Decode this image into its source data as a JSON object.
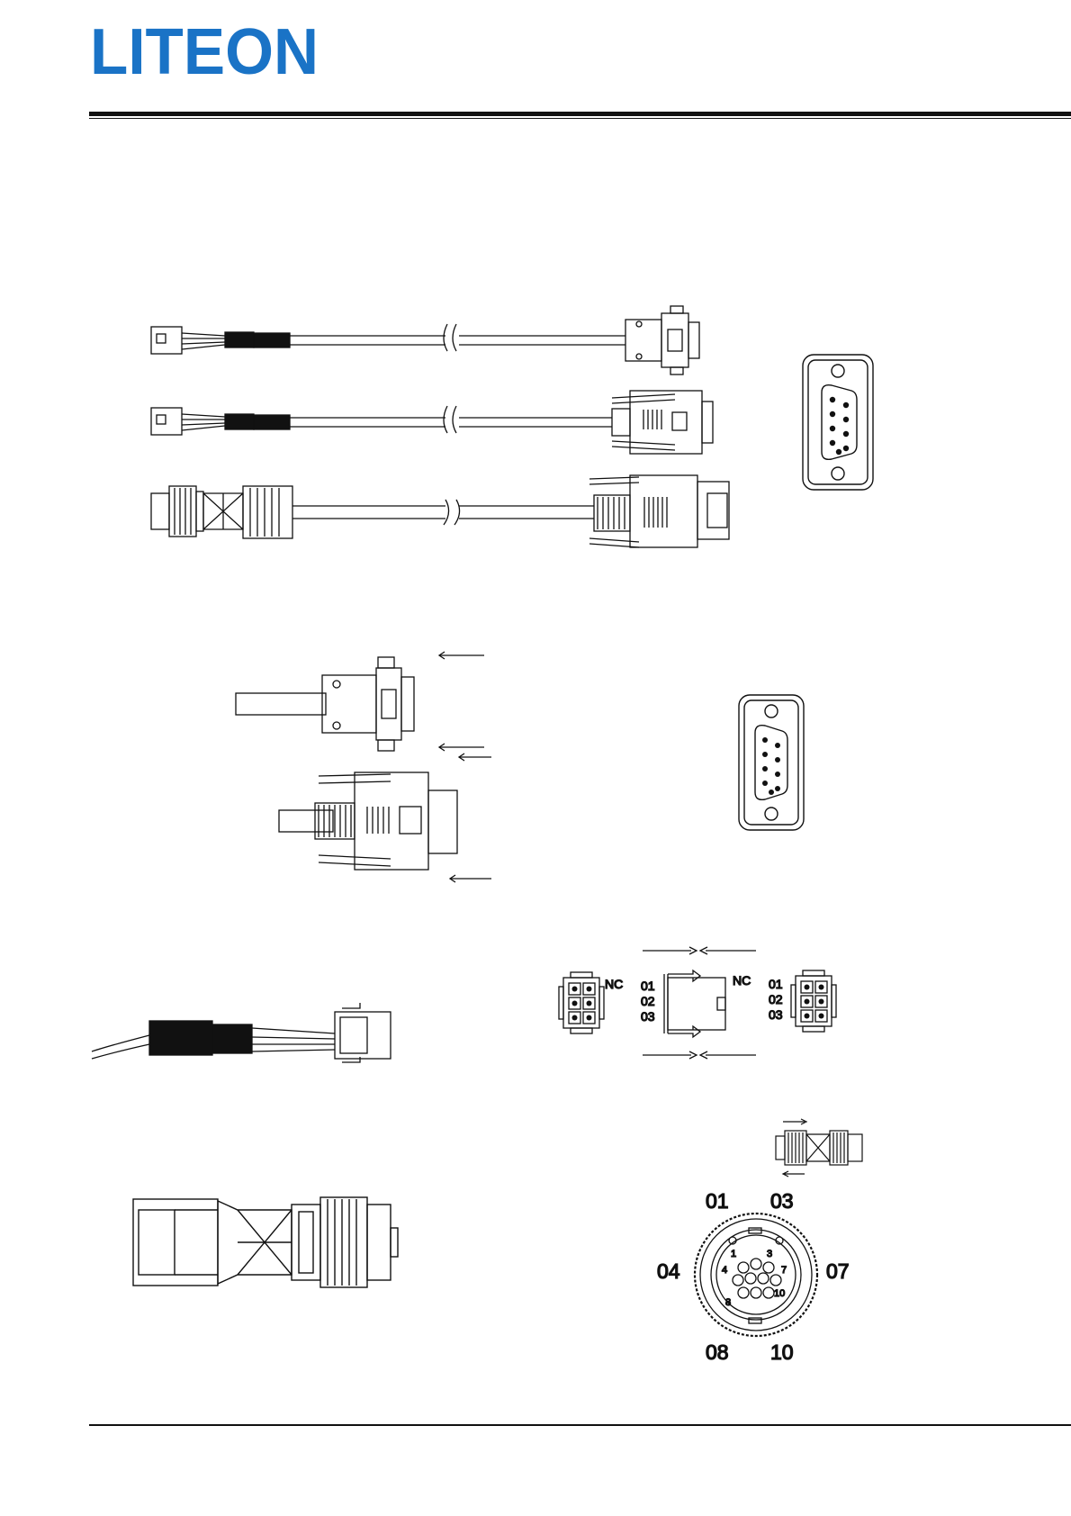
{
  "header": {
    "logo_text": "LITEON"
  },
  "connector_pinout": {
    "left_label": "NC",
    "left_pins": [
      "01",
      "02",
      "03"
    ],
    "right_label": "NC",
    "right_pins": [
      "01",
      "02",
      "03"
    ]
  },
  "circular_connector": {
    "outer_labels": {
      "top_left": "01",
      "top_right": "03",
      "left": "04",
      "right": "07",
      "bottom_left": "08",
      "bottom_right": "10"
    },
    "inner_pin_numbers": [
      "1",
      "3",
      "4",
      "7",
      "8",
      "10"
    ]
  },
  "colors": {
    "ink": "#111111",
    "logo_blue": "#1a73c6"
  }
}
